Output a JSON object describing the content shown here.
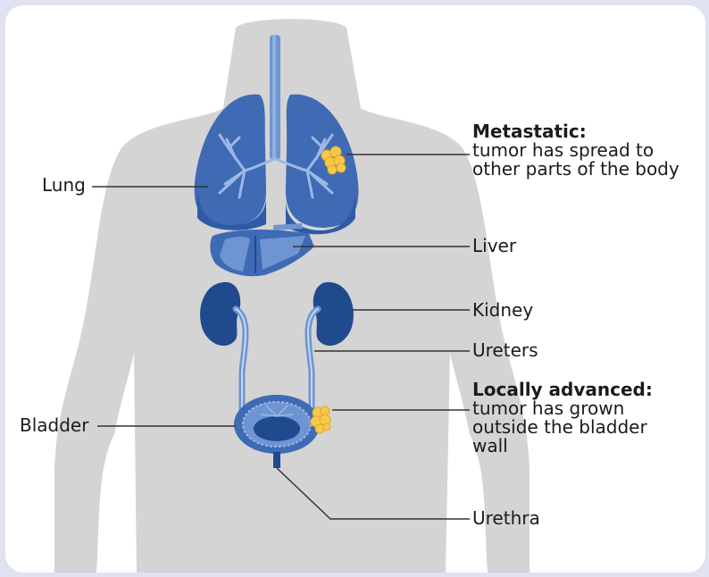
{
  "labels": {
    "lung": "Lung",
    "liver": "Liver",
    "kidney": "Kidney",
    "ureters": "Ureters",
    "bladder": "Bladder",
    "urethra": "Urethra"
  },
  "callouts": {
    "metastatic": {
      "heading": "Metastatic:",
      "lines": [
        "tumor has spread to",
        "other parts of the body"
      ]
    },
    "locally_advanced": {
      "heading": "Locally advanced:",
      "lines": [
        "tumor has grown",
        "outside the bladder",
        "wall"
      ]
    }
  },
  "colors": {
    "background": "#dfe3f1",
    "panel": "#ffffff",
    "body_silhouette": "#d4d4d4",
    "organ_dark": "#1f4a8e",
    "organ_mid": "#3f6ab4",
    "organ_light": "#6e95d2",
    "tumor": "#f7c94a",
    "leader_line": "#333333"
  }
}
